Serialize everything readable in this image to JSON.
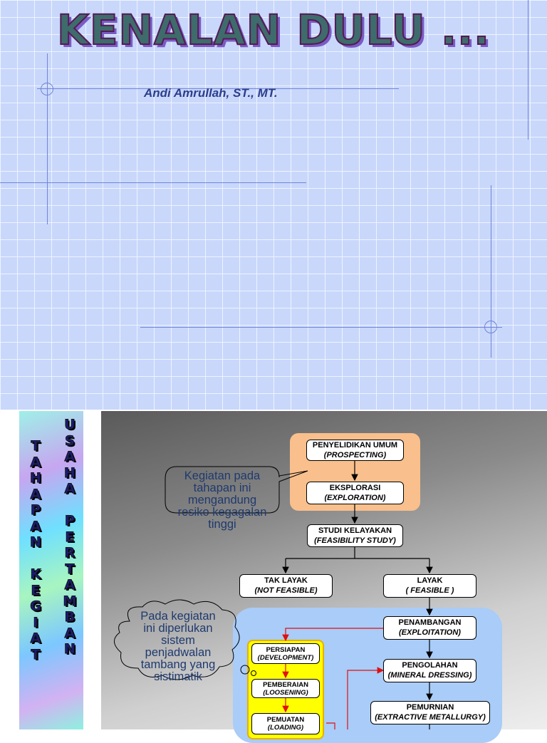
{
  "slide1": {
    "title": "KENALAN DULU ...",
    "author": "Andi Amrullah, ST., MT."
  },
  "slide2": {
    "left_column": [
      "T",
      "A",
      "H",
      "A",
      "P",
      "A",
      "N",
      "",
      "K",
      "E",
      "G",
      "I",
      "A",
      "T"
    ],
    "right_column": [
      "U",
      "S",
      "A",
      "H",
      "A",
      "",
      "P",
      "E",
      "R",
      "T",
      "A",
      "M",
      "B",
      "A",
      "N"
    ],
    "callout_top": [
      "Kegiatan pada",
      "tahapan ini",
      "mengandung",
      "resiko kegagalan",
      "tinggi"
    ],
    "callout_bottom": [
      "Pada kegiatan",
      "ini diperlukan",
      "sistem",
      "penjadwalan",
      "tambang yang",
      "sistimatik"
    ],
    "boxes": {
      "prospecting": {
        "title": "PENYELIDIKAN UMUM",
        "subtitle": "(PROSPECTING)"
      },
      "exploration": {
        "title": "EKSPLORASI",
        "subtitle": "(EXPLORATION)"
      },
      "feasibility": {
        "title": "STUDI KELAYAKAN",
        "subtitle": "(FEASIBILITY STUDY)"
      },
      "not_feasible": {
        "title": "TAK LAYAK",
        "subtitle": "(NOT FEASIBLE)"
      },
      "feasible": {
        "title": "LAYAK",
        "subtitle": "( FEASIBLE )"
      },
      "exploitation": {
        "title": "PENAMBANGAN",
        "subtitle": "(EXPLOITATION)"
      },
      "development": {
        "title": "PERSIAPAN",
        "subtitle": "(DEVELOPMENT)"
      },
      "loosening": {
        "title": "PEMBERAIAN",
        "subtitle": "(LOOSENING)"
      },
      "loading": {
        "title": "PEMUATAN",
        "subtitle": "(LOADING)"
      },
      "mineral_dressing": {
        "title": "PENGOLAHAN",
        "subtitle": "(MINERAL DRESSING)"
      },
      "extractive": {
        "title": "PEMURNIAN",
        "subtitle": "(EXTRACTIVE METALLURGY)"
      }
    },
    "colors": {
      "orange_zone": "#f9bf8c",
      "blue_zone": "#a9ccf8",
      "yellow_zone": "#ffff00",
      "arrow_red": "#e01010"
    }
  }
}
